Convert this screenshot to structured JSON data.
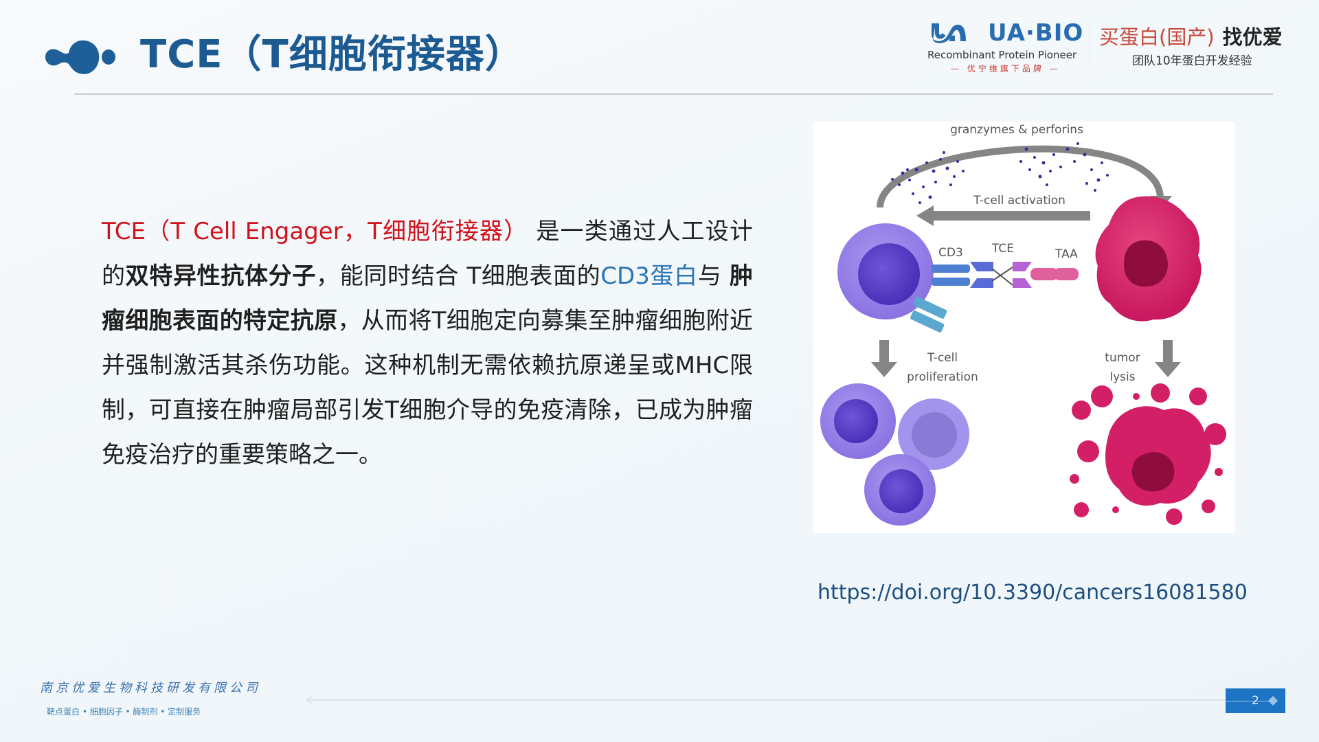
{
  "header": {
    "title": "TCE（T细胞衔接器）",
    "brand": {
      "name": "UA·BIO",
      "tagline": "Recombinant Protein Pioneer",
      "sub_brand": "— 优宁维旗下品牌 —"
    },
    "slogan": {
      "red_part": "买蛋白(国产)",
      "dark_part": "找优爱",
      "subtitle": "团队10年蛋白开发经验"
    }
  },
  "body": {
    "segments": {
      "s1_red": "TCE（T Cell Engager，T细胞衔接器）",
      "s2": " 是一类通过人工设计的",
      "s3_bold": "双特异性抗体分子",
      "s4": "，能同时结合 T细胞表面的",
      "s5_blue": "CD3蛋白",
      "s6": "与 ",
      "s7_bold": "肿瘤细胞表面的特定抗原",
      "s8": "，从而将T细胞定向募集至肿瘤细胞附近并强制激活其杀伤功能。这种机制无需依赖抗原递呈或MHC限制，可直接在肿瘤局部引发T细胞介导的免疫清除，已成为肿瘤免疫治疗的重要策略之一。"
    }
  },
  "figure": {
    "labels": {
      "top_arc": "granzymes & perforins",
      "activation": "T-cell activation",
      "cd3": "CD3",
      "tce": "TCE",
      "taa": "TAA",
      "proliferation_1": "T-cell",
      "proliferation_2": "proliferation",
      "lysis_1": "tumor",
      "lysis_2": "lysis"
    },
    "colors": {
      "t_cell": "#8f7ae6",
      "t_cell_nucleus": "#5a3fc8",
      "tumor": "#d31f66",
      "tumor_nucleus": "#8f0d3d",
      "arrow": "#808080",
      "cd3": "#4f7fd0",
      "tce_left": "#5a6bd8",
      "tce_right": "#b663d6",
      "taa": "#e0609e",
      "tcr": "#5aa8cf",
      "granules": "#3b2a9e"
    }
  },
  "reference": {
    "doi": "https://doi.org/10.3390/cancers16081580"
  },
  "footer": {
    "company": "南京优爱生物科技研发有限公司",
    "services": "靶点蛋白 • 细胞因子 • 酶制剂 • 定制服务",
    "page_number": "2"
  },
  "colors": {
    "title": "#1c5a92",
    "accent_red": "#d0121b",
    "accent_blue": "#2a74b8",
    "page_box": "#1d74c4",
    "background": "#f3f8fb"
  }
}
